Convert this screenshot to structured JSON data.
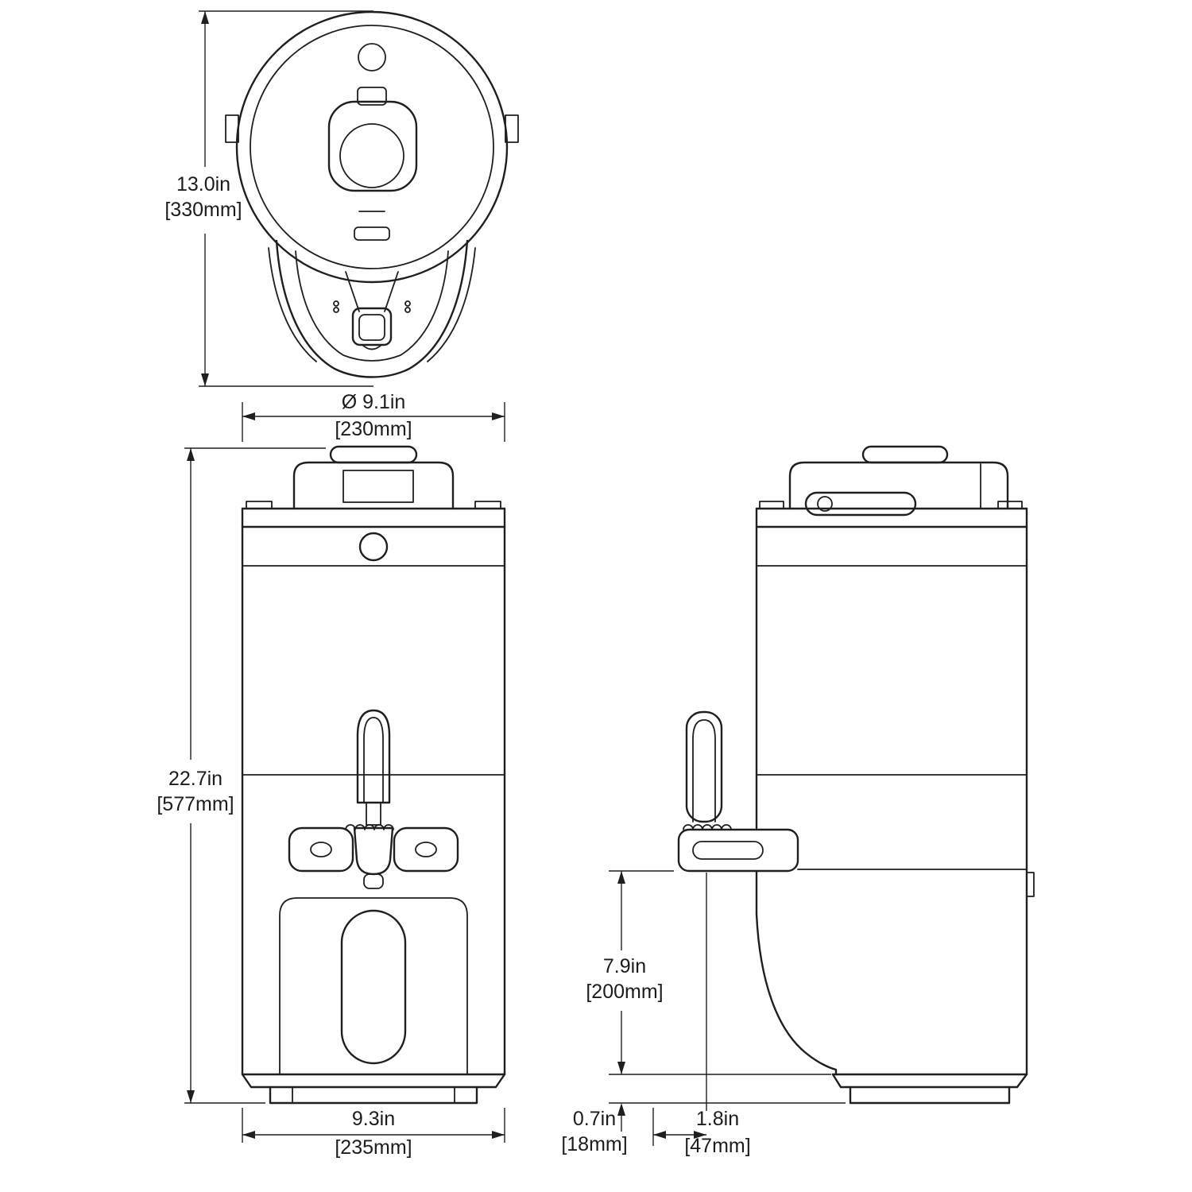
{
  "drawing": {
    "type": "technical-dimensional-drawing",
    "subject": "thermal-server-with-stand",
    "background_color": "#ffffff",
    "line_color": "#1f1f1f",
    "views": {
      "top": "top-view",
      "front": "front-view",
      "side": "side-view"
    },
    "dimensions": {
      "top_height": {
        "in": "13.0in",
        "mm": "[330mm]"
      },
      "lid_diameter": {
        "in": "Ø 9.1in",
        "mm": "[230mm]"
      },
      "overall_height": {
        "in": "22.7in",
        "mm": "[577mm]"
      },
      "base_width": {
        "in": "9.3in",
        "mm": "[235mm]"
      },
      "stand_height": {
        "in": "7.9in",
        "mm": "[200mm]"
      },
      "foot_height": {
        "in": "0.7in",
        "mm": "[18mm]"
      },
      "spout_offset": {
        "in": "1.8in",
        "mm": "[47mm]"
      }
    }
  }
}
